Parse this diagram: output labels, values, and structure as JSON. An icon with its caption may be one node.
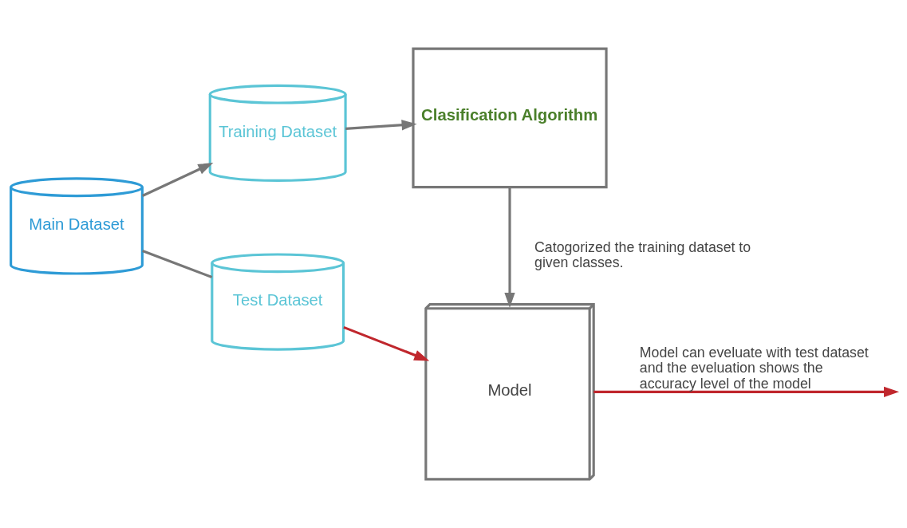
{
  "diagram": {
    "nodes": [
      {
        "text": [
          "Main Dataset"
        ]
      },
      {
        "text": [
          "Training Dataset"
        ]
      },
      {
        "text": [
          "Test Dataset"
        ]
      },
      {
        "text": [
          "Clasification Algorithm"
        ]
      },
      {
        "text": [
          "Model"
        ]
      }
    ],
    "edges": [
      {
        "from": 0,
        "to": 1,
        "arrow": "to"
      },
      {
        "from": 0,
        "to": 2,
        "arrow": "none"
      },
      {
        "from": 1,
        "to": 3,
        "arrow": "to"
      },
      {
        "from": 3,
        "to": 4,
        "arrow": "to",
        "label": "Catogorized the training dataset to given classes."
      },
      {
        "from": 2,
        "to": 4,
        "arrow": "to",
        "color": "#c0272d"
      },
      {
        "from": 4,
        "to": null,
        "arrow": "to",
        "color": "#c0272d",
        "label": "Model can eveluate with test dataset and the eveluation shows the accuracy level of the model"
      }
    ]
  }
}
